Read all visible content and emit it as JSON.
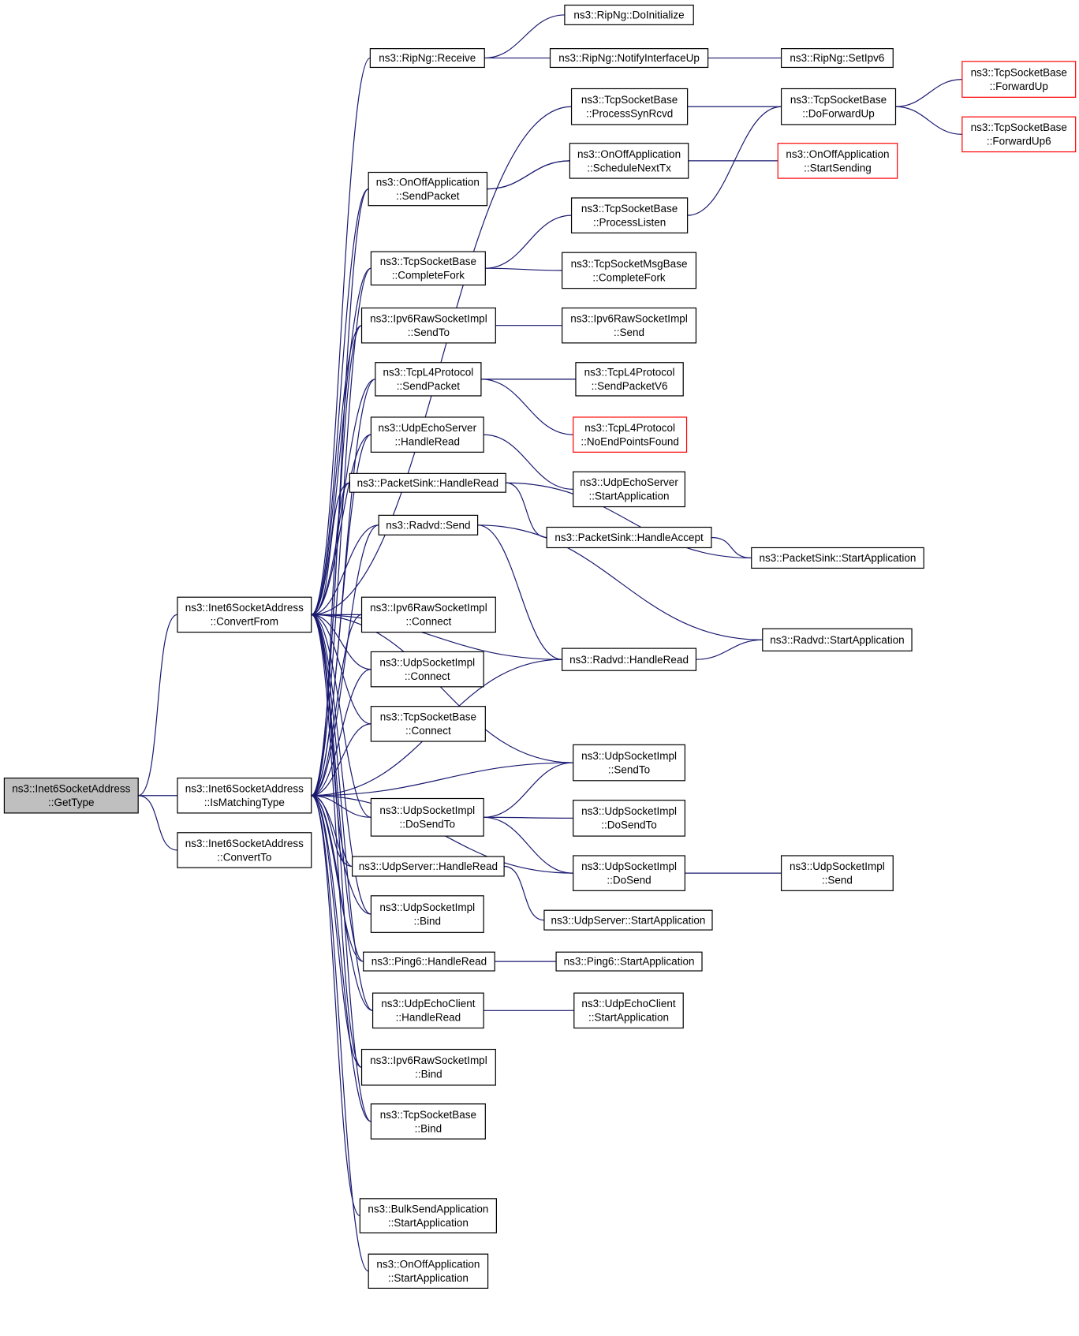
{
  "nodes": [
    {
      "id": "gettype",
      "lines": [
        "ns3::Inet6SocketAddress",
        "::GetType"
      ],
      "style": "current"
    },
    {
      "id": "convertfrom",
      "lines": [
        "ns3::Inet6SocketAddress",
        "::ConvertFrom"
      ],
      "style": "normal"
    },
    {
      "id": "ismatching",
      "lines": [
        "ns3::Inet6SocketAddress",
        "::IsMatchingType"
      ],
      "style": "normal"
    },
    {
      "id": "convertto",
      "lines": [
        "ns3::Inet6SocketAddress",
        "::ConvertTo"
      ],
      "style": "normal"
    },
    {
      "id": "ripng_receive",
      "lines": [
        "ns3::RipNg::Receive"
      ],
      "style": "normal"
    },
    {
      "id": "onoff_sendpacket",
      "lines": [
        "ns3::OnOffApplication",
        "::SendPacket"
      ],
      "style": "normal"
    },
    {
      "id": "tcp_completefork",
      "lines": [
        "ns3::TcpSocketBase",
        "::CompleteFork"
      ],
      "style": "normal"
    },
    {
      "id": "ipv6raw_sendto",
      "lines": [
        "ns3::Ipv6RawSocketImpl",
        "::SendTo"
      ],
      "style": "normal"
    },
    {
      "id": "tcpl4_sendpacket",
      "lines": [
        "ns3::TcpL4Protocol",
        "::SendPacket"
      ],
      "style": "normal"
    },
    {
      "id": "udpechoserver_handleread",
      "lines": [
        "ns3::UdpEchoServer",
        "::HandleRead"
      ],
      "style": "normal"
    },
    {
      "id": "packetsink_handleread",
      "lines": [
        "ns3::PacketSink::HandleRead"
      ],
      "style": "normal"
    },
    {
      "id": "radvd_send",
      "lines": [
        "ns3::Radvd::Send"
      ],
      "style": "normal"
    },
    {
      "id": "ipv6raw_connect",
      "lines": [
        "ns3::Ipv6RawSocketImpl",
        "::Connect"
      ],
      "style": "normal"
    },
    {
      "id": "udpsocket_connect",
      "lines": [
        "ns3::UdpSocketImpl",
        "::Connect"
      ],
      "style": "normal"
    },
    {
      "id": "tcp_connect",
      "lines": [
        "ns3::TcpSocketBase",
        "::Connect"
      ],
      "style": "normal"
    },
    {
      "id": "udpsocket_dosendto",
      "lines": [
        "ns3::UdpSocketImpl",
        "::DoSendTo"
      ],
      "style": "normal"
    },
    {
      "id": "udpserver_handleread",
      "lines": [
        "ns3::UdpServer::HandleRead"
      ],
      "style": "normal"
    },
    {
      "id": "udpsocket_bind",
      "lines": [
        "ns3::UdpSocketImpl",
        "::Bind"
      ],
      "style": "normal"
    },
    {
      "id": "ping6_handleread",
      "lines": [
        "ns3::Ping6::HandleRead"
      ],
      "style": "normal"
    },
    {
      "id": "udpechoclient_handleread",
      "lines": [
        "ns3::UdpEchoClient",
        "::HandleRead"
      ],
      "style": "normal"
    },
    {
      "id": "ipv6raw_bind",
      "lines": [
        "ns3::Ipv6RawSocketImpl",
        "::Bind"
      ],
      "style": "normal"
    },
    {
      "id": "tcp_bind",
      "lines": [
        "ns3::TcpSocketBase",
        "::Bind"
      ],
      "style": "normal"
    },
    {
      "id": "bulksend_start",
      "lines": [
        "ns3::BulkSendApplication",
        "::StartApplication"
      ],
      "style": "normal"
    },
    {
      "id": "onoff_start",
      "lines": [
        "ns3::OnOffApplication",
        "::StartApplication"
      ],
      "style": "normal"
    },
    {
      "id": "ripng_doinit",
      "lines": [
        "ns3::RipNg::DoInitialize"
      ],
      "style": "normal"
    },
    {
      "id": "ripng_notify",
      "lines": [
        "ns3::RipNg::NotifyInterfaceUp"
      ],
      "style": "normal"
    },
    {
      "id": "ripng_setipv6",
      "lines": [
        "ns3::RipNg::SetIpv6"
      ],
      "style": "normal"
    },
    {
      "id": "tcp_processsynrcvd",
      "lines": [
        "ns3::TcpSocketBase",
        "::ProcessSynRcvd"
      ],
      "style": "normal"
    },
    {
      "id": "tcp_doforwardup",
      "lines": [
        "ns3::TcpSocketBase",
        "::DoForwardUp"
      ],
      "style": "normal"
    },
    {
      "id": "tcp_forwardup",
      "lines": [
        "ns3::TcpSocketBase",
        "::ForwardUp"
      ],
      "style": "red"
    },
    {
      "id": "tcp_forwardup6",
      "lines": [
        "ns3::TcpSocketBase",
        "::ForwardUp6"
      ],
      "style": "red"
    },
    {
      "id": "onoff_schedule",
      "lines": [
        "ns3::OnOffApplication",
        "::ScheduleNextTx"
      ],
      "style": "normal"
    },
    {
      "id": "onoff_startsending",
      "lines": [
        "ns3::OnOffApplication",
        "::StartSending"
      ],
      "style": "red"
    },
    {
      "id": "tcp_processlisten",
      "lines": [
        "ns3::TcpSocketBase",
        "::ProcessListen"
      ],
      "style": "normal"
    },
    {
      "id": "tcpmsg_completefork",
      "lines": [
        "ns3::TcpSocketMsgBase",
        "::CompleteFork"
      ],
      "style": "normal"
    },
    {
      "id": "ipv6raw_send",
      "lines": [
        "ns3::Ipv6RawSocketImpl",
        "::Send"
      ],
      "style": "normal"
    },
    {
      "id": "tcpl4_sendpacketv6",
      "lines": [
        "ns3::TcpL4Protocol",
        "::SendPacketV6"
      ],
      "style": "normal"
    },
    {
      "id": "tcpl4_noendpoints",
      "lines": [
        "ns3::TcpL4Protocol",
        "::NoEndPointsFound"
      ],
      "style": "red"
    },
    {
      "id": "udpechoserver_start",
      "lines": [
        "ns3::UdpEchoServer",
        "::StartApplication"
      ],
      "style": "normal"
    },
    {
      "id": "packetsink_accept",
      "lines": [
        "ns3::PacketSink::HandleAccept"
      ],
      "style": "normal"
    },
    {
      "id": "packetsink_start",
      "lines": [
        "ns3::PacketSink::StartApplication"
      ],
      "style": "normal"
    },
    {
      "id": "radvd_start",
      "lines": [
        "ns3::Radvd::StartApplication"
      ],
      "style": "normal"
    },
    {
      "id": "radvd_handleread",
      "lines": [
        "ns3::Radvd::HandleRead"
      ],
      "style": "normal"
    },
    {
      "id": "udpsocket_sendto",
      "lines": [
        "ns3::UdpSocketImpl",
        "::SendTo"
      ],
      "style": "normal"
    },
    {
      "id": "udpsocket_dosendto2",
      "lines": [
        "ns3::UdpSocketImpl",
        "::DoSendTo"
      ],
      "style": "normal"
    },
    {
      "id": "udpsocket_dosend",
      "lines": [
        "ns3::UdpSocketImpl",
        "::DoSend"
      ],
      "style": "normal"
    },
    {
      "id": "udpsocket_send",
      "lines": [
        "ns3::UdpSocketImpl",
        "::Send"
      ],
      "style": "normal"
    },
    {
      "id": "udpserver_start",
      "lines": [
        "ns3::UdpServer::StartApplication"
      ],
      "style": "normal"
    },
    {
      "id": "ping6_start",
      "lines": [
        "ns3::Ping6::StartApplication"
      ],
      "style": "normal"
    },
    {
      "id": "udpechoclient_start",
      "lines": [
        "ns3::UdpEchoClient",
        "::StartApplication"
      ],
      "style": "normal"
    }
  ],
  "edges": [
    {
      "from": "convertfrom",
      "to": "gettype"
    },
    {
      "from": "ismatching",
      "to": "gettype"
    },
    {
      "from": "convertto",
      "to": "gettype"
    },
    {
      "from": "ripng_receive",
      "to": "convertfrom"
    },
    {
      "from": "tcp_processsynrcvd",
      "to": "convertfrom"
    },
    {
      "from": "onoff_sendpacket",
      "to": "convertfrom"
    },
    {
      "from": "tcp_completefork",
      "to": "convertfrom"
    },
    {
      "from": "ipv6raw_sendto",
      "to": "convertfrom"
    },
    {
      "from": "tcpl4_sendpacket",
      "to": "convertfrom"
    },
    {
      "from": "udpechoserver_handleread",
      "to": "convertfrom"
    },
    {
      "from": "packetsink_handleread",
      "to": "convertfrom"
    },
    {
      "from": "radvd_send",
      "to": "convertfrom"
    },
    {
      "from": "udpsocket_sendto",
      "to": "convertfrom"
    },
    {
      "from": "ipv6raw_connect",
      "to": "convertfrom"
    },
    {
      "from": "udpsocket_connect",
      "to": "convertfrom"
    },
    {
      "from": "tcp_connect",
      "to": "convertfrom"
    },
    {
      "from": "udpsocket_dosendto",
      "to": "convertfrom"
    },
    {
      "from": "udpserver_handleread",
      "to": "convertfrom"
    },
    {
      "from": "udpsocket_bind",
      "to": "convertfrom"
    },
    {
      "from": "ping6_handleread",
      "to": "convertfrom"
    },
    {
      "from": "udpechoclient_handleread",
      "to": "convertfrom"
    },
    {
      "from": "ipv6raw_bind",
      "to": "convertfrom"
    },
    {
      "from": "tcp_bind",
      "to": "convertfrom"
    },
    {
      "from": "radvd_handleread",
      "to": "convertfrom"
    },
    {
      "from": "onoff_sendpacket",
      "to": "ismatching"
    },
    {
      "from": "tcp_completefork",
      "to": "ismatching"
    },
    {
      "from": "ipv6raw_sendto",
      "to": "ismatching"
    },
    {
      "from": "tcpl4_sendpacket",
      "to": "ismatching"
    },
    {
      "from": "udpechoserver_handleread",
      "to": "ismatching"
    },
    {
      "from": "packetsink_handleread",
      "to": "ismatching"
    },
    {
      "from": "radvd_send",
      "to": "ismatching"
    },
    {
      "from": "ipv6raw_connect",
      "to": "ismatching"
    },
    {
      "from": "udpsocket_connect",
      "to": "ismatching"
    },
    {
      "from": "tcp_connect",
      "to": "ismatching"
    },
    {
      "from": "udpsocket_sendto",
      "to": "ismatching"
    },
    {
      "from": "udpsocket_dosendto",
      "to": "ismatching"
    },
    {
      "from": "udpserver_handleread",
      "to": "ismatching"
    },
    {
      "from": "udpsocket_bind",
      "to": "ismatching"
    },
    {
      "from": "ping6_handleread",
      "to": "ismatching"
    },
    {
      "from": "udpechoclient_handleread",
      "to": "ismatching"
    },
    {
      "from": "ipv6raw_bind",
      "to": "ismatching"
    },
    {
      "from": "tcp_bind",
      "to": "ismatching"
    },
    {
      "from": "bulksend_start",
      "to": "ismatching"
    },
    {
      "from": "onoff_start",
      "to": "ismatching"
    },
    {
      "from": "udpsocket_dosend",
      "to": "ismatching"
    },
    {
      "from": "radvd_handleread",
      "to": "ismatching"
    },
    {
      "from": "ripng_doinit",
      "to": "ripng_receive"
    },
    {
      "from": "ripng_notify",
      "to": "ripng_receive"
    },
    {
      "from": "ripng_setipv6",
      "to": "ripng_notify"
    },
    {
      "from": "tcp_doforwardup",
      "to": "tcp_processsynrcvd"
    },
    {
      "from": "tcp_forwardup",
      "to": "tcp_doforwardup"
    },
    {
      "from": "tcp_forwardup6",
      "to": "tcp_doforwardup"
    },
    {
      "from": "tcp_doforwardup",
      "to": "tcp_processlisten"
    },
    {
      "from": "onoff_sendpacket",
      "to": "onoff_schedule"
    },
    {
      "from": "onoff_schedule",
      "to": "onoff_sendpacket"
    },
    {
      "from": "onoff_startsending",
      "to": "onoff_schedule"
    },
    {
      "from": "tcp_processlisten",
      "to": "tcp_completefork"
    },
    {
      "from": "tcpmsg_completefork",
      "to": "tcp_completefork"
    },
    {
      "from": "ipv6raw_send",
      "to": "ipv6raw_sendto"
    },
    {
      "from": "tcpl4_sendpacket",
      "to": "tcpl4_sendpacketv6"
    },
    {
      "from": "tcpl4_sendpacketv6",
      "to": "tcpl4_sendpacket"
    },
    {
      "from": "tcpl4_noendpoints",
      "to": "tcpl4_sendpacket"
    },
    {
      "from": "udpechoserver_start",
      "to": "udpechoserver_handleread"
    },
    {
      "from": "packetsink_accept",
      "to": "packetsink_handleread"
    },
    {
      "from": "packetsink_start",
      "to": "packetsink_handleread"
    },
    {
      "from": "packetsink_start",
      "to": "packetsink_accept"
    },
    {
      "from": "radvd_start",
      "to": "radvd_send"
    },
    {
      "from": "radvd_handleread",
      "to": "radvd_send"
    },
    {
      "from": "radvd_start",
      "to": "radvd_handleread"
    },
    {
      "from": "udpsocket_sendto",
      "to": "udpsocket_dosendto"
    },
    {
      "from": "udpsocket_dosendto2",
      "to": "udpsocket_dosendto"
    },
    {
      "from": "udpsocket_dosend",
      "to": "udpsocket_dosendto"
    },
    {
      "from": "udpsocket_send",
      "to": "udpsocket_dosend"
    },
    {
      "from": "udpserver_start",
      "to": "udpserver_handleread"
    },
    {
      "from": "ping6_start",
      "to": "ping6_handleread"
    },
    {
      "from": "udpechoclient_start",
      "to": "udpechoclient_handleread"
    }
  ]
}
